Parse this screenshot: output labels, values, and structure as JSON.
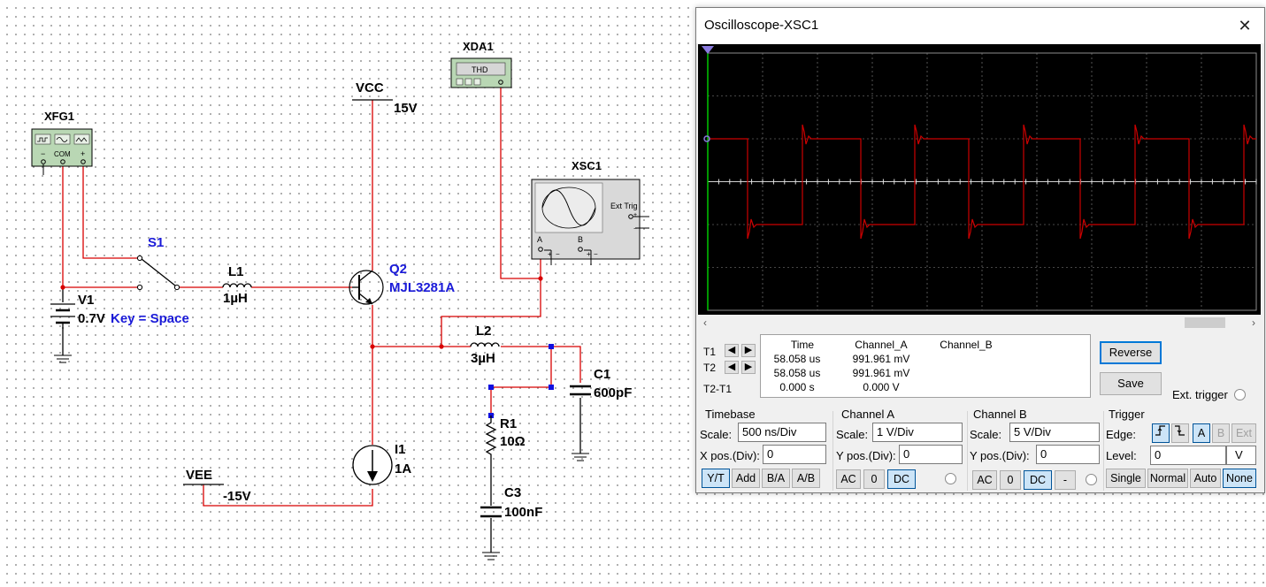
{
  "schematic": {
    "xfg1": {
      "ref": "XFG1",
      "pin_minus": "−",
      "pin_com": "COM",
      "pin_plus": "+"
    },
    "xda1": {
      "ref": "XDA1",
      "screen": "THD"
    },
    "xsc1": {
      "ref": "XSC1",
      "ext_trig": "Ext Trig",
      "pin_a": "A",
      "pin_b": "B",
      "plus": "+",
      "minus": "−"
    },
    "vcc": {
      "name": "VCC",
      "value": "15V"
    },
    "vee": {
      "name": "VEE",
      "value": "-15V"
    },
    "s1": {
      "ref": "S1",
      "key": "Key = Space"
    },
    "v1": {
      "ref": "V1",
      "value": "0.7V"
    },
    "l1": {
      "ref": "L1",
      "value": "1µH"
    },
    "q2": {
      "ref": "Q2",
      "part": "MJL3281A"
    },
    "l2": {
      "ref": "L2",
      "value": "3µH"
    },
    "c1": {
      "ref": "C1",
      "value": "600pF"
    },
    "r1": {
      "ref": "R1",
      "value": "10Ω"
    },
    "c3": {
      "ref": "C3",
      "value": "100nF"
    },
    "i1": {
      "ref": "I1",
      "value": "1A"
    }
  },
  "scope": {
    "title": "Oscilloscope-XSC1",
    "close": "✕",
    "trace_color": "#cc0000",
    "grid_color": "#8c8c8c",
    "cursor_color": "#00c800",
    "cursors": {
      "t1": "T1",
      "t2": "T2",
      "t2t1": "T2-T1",
      "left_arrow": "🡸",
      "right_arrow": "🡺"
    },
    "readout": {
      "headers": [
        "Time",
        "Channel_A",
        "Channel_B"
      ],
      "rows": [
        [
          "58.058 us",
          "991.961 mV",
          ""
        ],
        [
          "58.058 us",
          "991.961 mV",
          ""
        ],
        [
          "0.000 s",
          "0.000 V",
          ""
        ]
      ]
    },
    "buttons": {
      "reverse": "Reverse",
      "save": "Save",
      "ext_trigger": "Ext. trigger"
    },
    "timebase": {
      "title": "Timebase",
      "scale_label": "Scale:",
      "scale": "500 ns/Div",
      "xpos_label": "X pos.(Div):",
      "xpos": "0",
      "modes": [
        "Y/T",
        "Add",
        "B/A",
        "A/B"
      ]
    },
    "channel_a": {
      "title": "Channel A",
      "scale_label": "Scale:",
      "scale": "1  V/Div",
      "ypos_label": "Y pos.(Div):",
      "ypos": "0",
      "coupling": [
        "AC",
        "0",
        "DC"
      ]
    },
    "channel_b": {
      "title": "Channel B",
      "scale_label": "Scale:",
      "scale": "5  V/Div",
      "ypos_label": "Y pos.(Div):",
      "ypos": "0",
      "coupling": [
        "AC",
        "0",
        "DC",
        "-"
      ]
    },
    "trigger": {
      "title": "Trigger",
      "edge_label": "Edge:",
      "edge_buttons": [
        "A",
        "B",
        "Ext"
      ],
      "level_label": "Level:",
      "level": "0",
      "level_unit": "V",
      "modes": [
        "Single",
        "Normal",
        "Auto",
        "None"
      ]
    }
  }
}
